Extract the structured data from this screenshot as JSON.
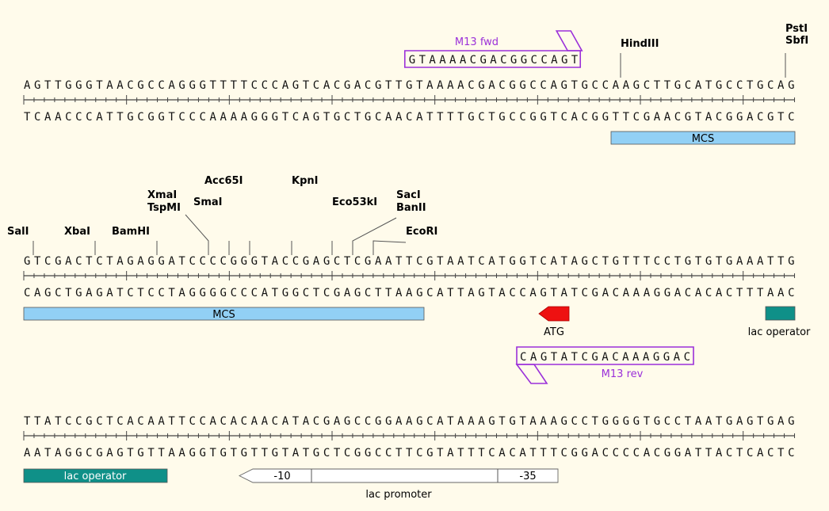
{
  "colors": {
    "background": "#fffbeb",
    "mcs": "#92d0f5",
    "lac_operator": "#0f9088",
    "atg": "#ee1111",
    "primer": "#9b30d9",
    "promoter": "#ffffff"
  },
  "rows": [
    {
      "top": "AGTTGGGTAACGCCAGGGTTTTCCCAGTCACGACGTTGTAAAACGACGGCCAGTGCCAAGCTTGCATGCCTGCAG",
      "bottom": "TCAACCCATTGCGGTCCCAAAAGGGTCAGTGCTGCAACATTTTGCTGCCGGTCACGGTTCGAACGTACGGACGTC",
      "sites": [
        {
          "name": "HindIII",
          "pos": 58
        },
        {
          "name": "PstI",
          "pos": 73,
          "extra": "SbfI"
        }
      ],
      "primers": [
        {
          "name": "M13 fwd",
          "seq": "GTAAAACGACGGCCAGT",
          "start": 37,
          "end": 54,
          "dir": "fwd"
        }
      ],
      "features": [
        {
          "label": "MCS",
          "start": 58,
          "end": 75,
          "type": "bar",
          "color": "#92d0f5"
        }
      ]
    },
    {
      "top": "GTCGACTCTAGAGGATCCCCGGGTACCGAGCTCGAATTCGTAATCATGGTCATAGCTGTTTCCTGTGTGAAATTG",
      "bottom": "CAGCTGAGATCTCCTAGGGGCCCATGGCTCGAGCTTAAGCATTAGTACCAGTATCGACAAAGGACACACTTTAAC",
      "sites": [
        {
          "name": "SalI",
          "pos": 1
        },
        {
          "name": "XbaI",
          "pos": 7
        },
        {
          "name": "BamHI",
          "pos": 13
        },
        {
          "name": "XmaI",
          "pos": 18,
          "extra": "TspMI"
        },
        {
          "name": "SmaI",
          "pos": 20
        },
        {
          "name": "Acc65I",
          "pos": 22
        },
        {
          "name": "KpnI",
          "pos": 26
        },
        {
          "name": "Eco53kI",
          "pos": 30
        },
        {
          "name": "SacI",
          "pos": 32,
          "extra": "BanII"
        },
        {
          "name": "EcoRI",
          "pos": 34
        }
      ],
      "primers": [
        {
          "name": "M13 rev",
          "seq": "CAGTATCGACAAAGGAC",
          "start": 48,
          "end": 65,
          "dir": "rev"
        }
      ],
      "features": [
        {
          "label": "MCS",
          "start": 0,
          "end": 39,
          "type": "bar",
          "color": "#92d0f5"
        },
        {
          "label": "ATG",
          "start": 50,
          "end": 53,
          "type": "arrow-left",
          "color": "#ee1111"
        },
        {
          "label": "lac operator",
          "start": 72,
          "end": 75,
          "type": "bar-below",
          "color": "#0f9088"
        }
      ]
    },
    {
      "top": "TTATCCGCTCACAATTCCACACAACATACGAGCCGGAAGCATAAAGTGTAAAGCCTGGGGTGCCTAATGAGTGAG",
      "bottom": "AATAGGCGAGTGTTAAGGTGTGTTGTATGCTCGGCCTTCGTATTTCACATTTCGGACCCCACGGATTACTCACTC",
      "sites": [],
      "primers": [],
      "features": [
        {
          "label": "lac operator",
          "start": 0,
          "end": 14,
          "type": "bar-inside",
          "color": "#0f9088"
        },
        {
          "label": "lac promoter",
          "start": 21,
          "end": 53,
          "type": "promoter",
          "segments": [
            {
              "start": 21,
              "end": 28,
              "label": "-10"
            },
            {
              "start": 28,
              "end": 47,
              "label": ""
            },
            {
              "start": 47,
              "end": 53,
              "label": "-35"
            }
          ]
        }
      ]
    }
  ]
}
